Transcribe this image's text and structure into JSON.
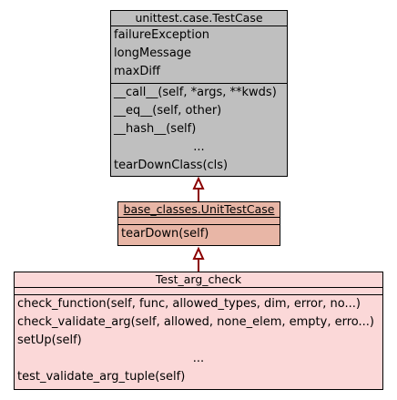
{
  "classes": {
    "testcase": {
      "name": "unittest.case.TestCase",
      "attributes": [
        "failureException",
        "longMessage",
        "maxDiff"
      ],
      "methods_top": [
        "__call__(self, *args, **kwds)",
        "__eq__(self, other)",
        "__hash__(self)"
      ],
      "ellipsis": "...",
      "methods_bottom": [
        "tearDownClass(cls)"
      ]
    },
    "unittest": {
      "name": "base_classes.UnitTestCase",
      "methods": [
        "tearDown(self)"
      ]
    },
    "argcheck": {
      "name": "Test_arg_check",
      "methods_top": [
        "check_function(self, func, allowed_types, dim, error, no...)",
        "check_validate_arg(self, allowed, none_elem, empty, erro...)",
        "setUp(self)"
      ],
      "ellipsis": "...",
      "methods_bottom": [
        "test_validate_arg_tuple(self)"
      ]
    }
  },
  "colors": {
    "testcase_fill": "#bfbfbf",
    "unittest_fill": "#e8b6a6",
    "argcheck_fill": "#fbd8d8",
    "arrow": "#8b0000"
  }
}
